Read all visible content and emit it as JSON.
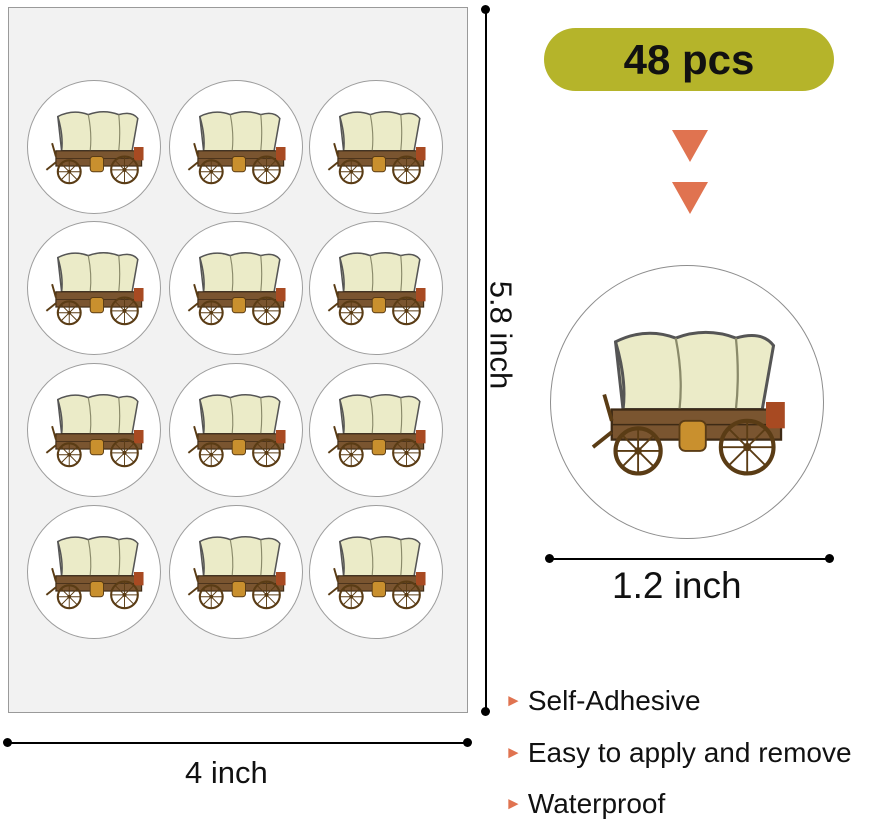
{
  "badge": {
    "quantity_label": "48 pcs"
  },
  "dimensions": {
    "sheet_height": "5.8 inch",
    "sheet_width": "4 inch",
    "sticker_diameter": "1.2 inch"
  },
  "sticker_image": "covered-wagon-icon",
  "sheet": {
    "rows": 4,
    "columns": 3
  },
  "features": [
    {
      "icon": "triangle-bullet-icon",
      "text": "Self-Adhesive"
    },
    {
      "icon": "triangle-bullet-icon",
      "text": "Easy to apply and remove"
    },
    {
      "icon": "triangle-bullet-icon",
      "text": "Waterproof"
    }
  ],
  "colors": {
    "badge_background": "#b5b42a",
    "arrow": "#e07350",
    "sheet_background": "#f2f2f2",
    "canvas": "#e9e9c4",
    "wood": "#7a5530"
  }
}
